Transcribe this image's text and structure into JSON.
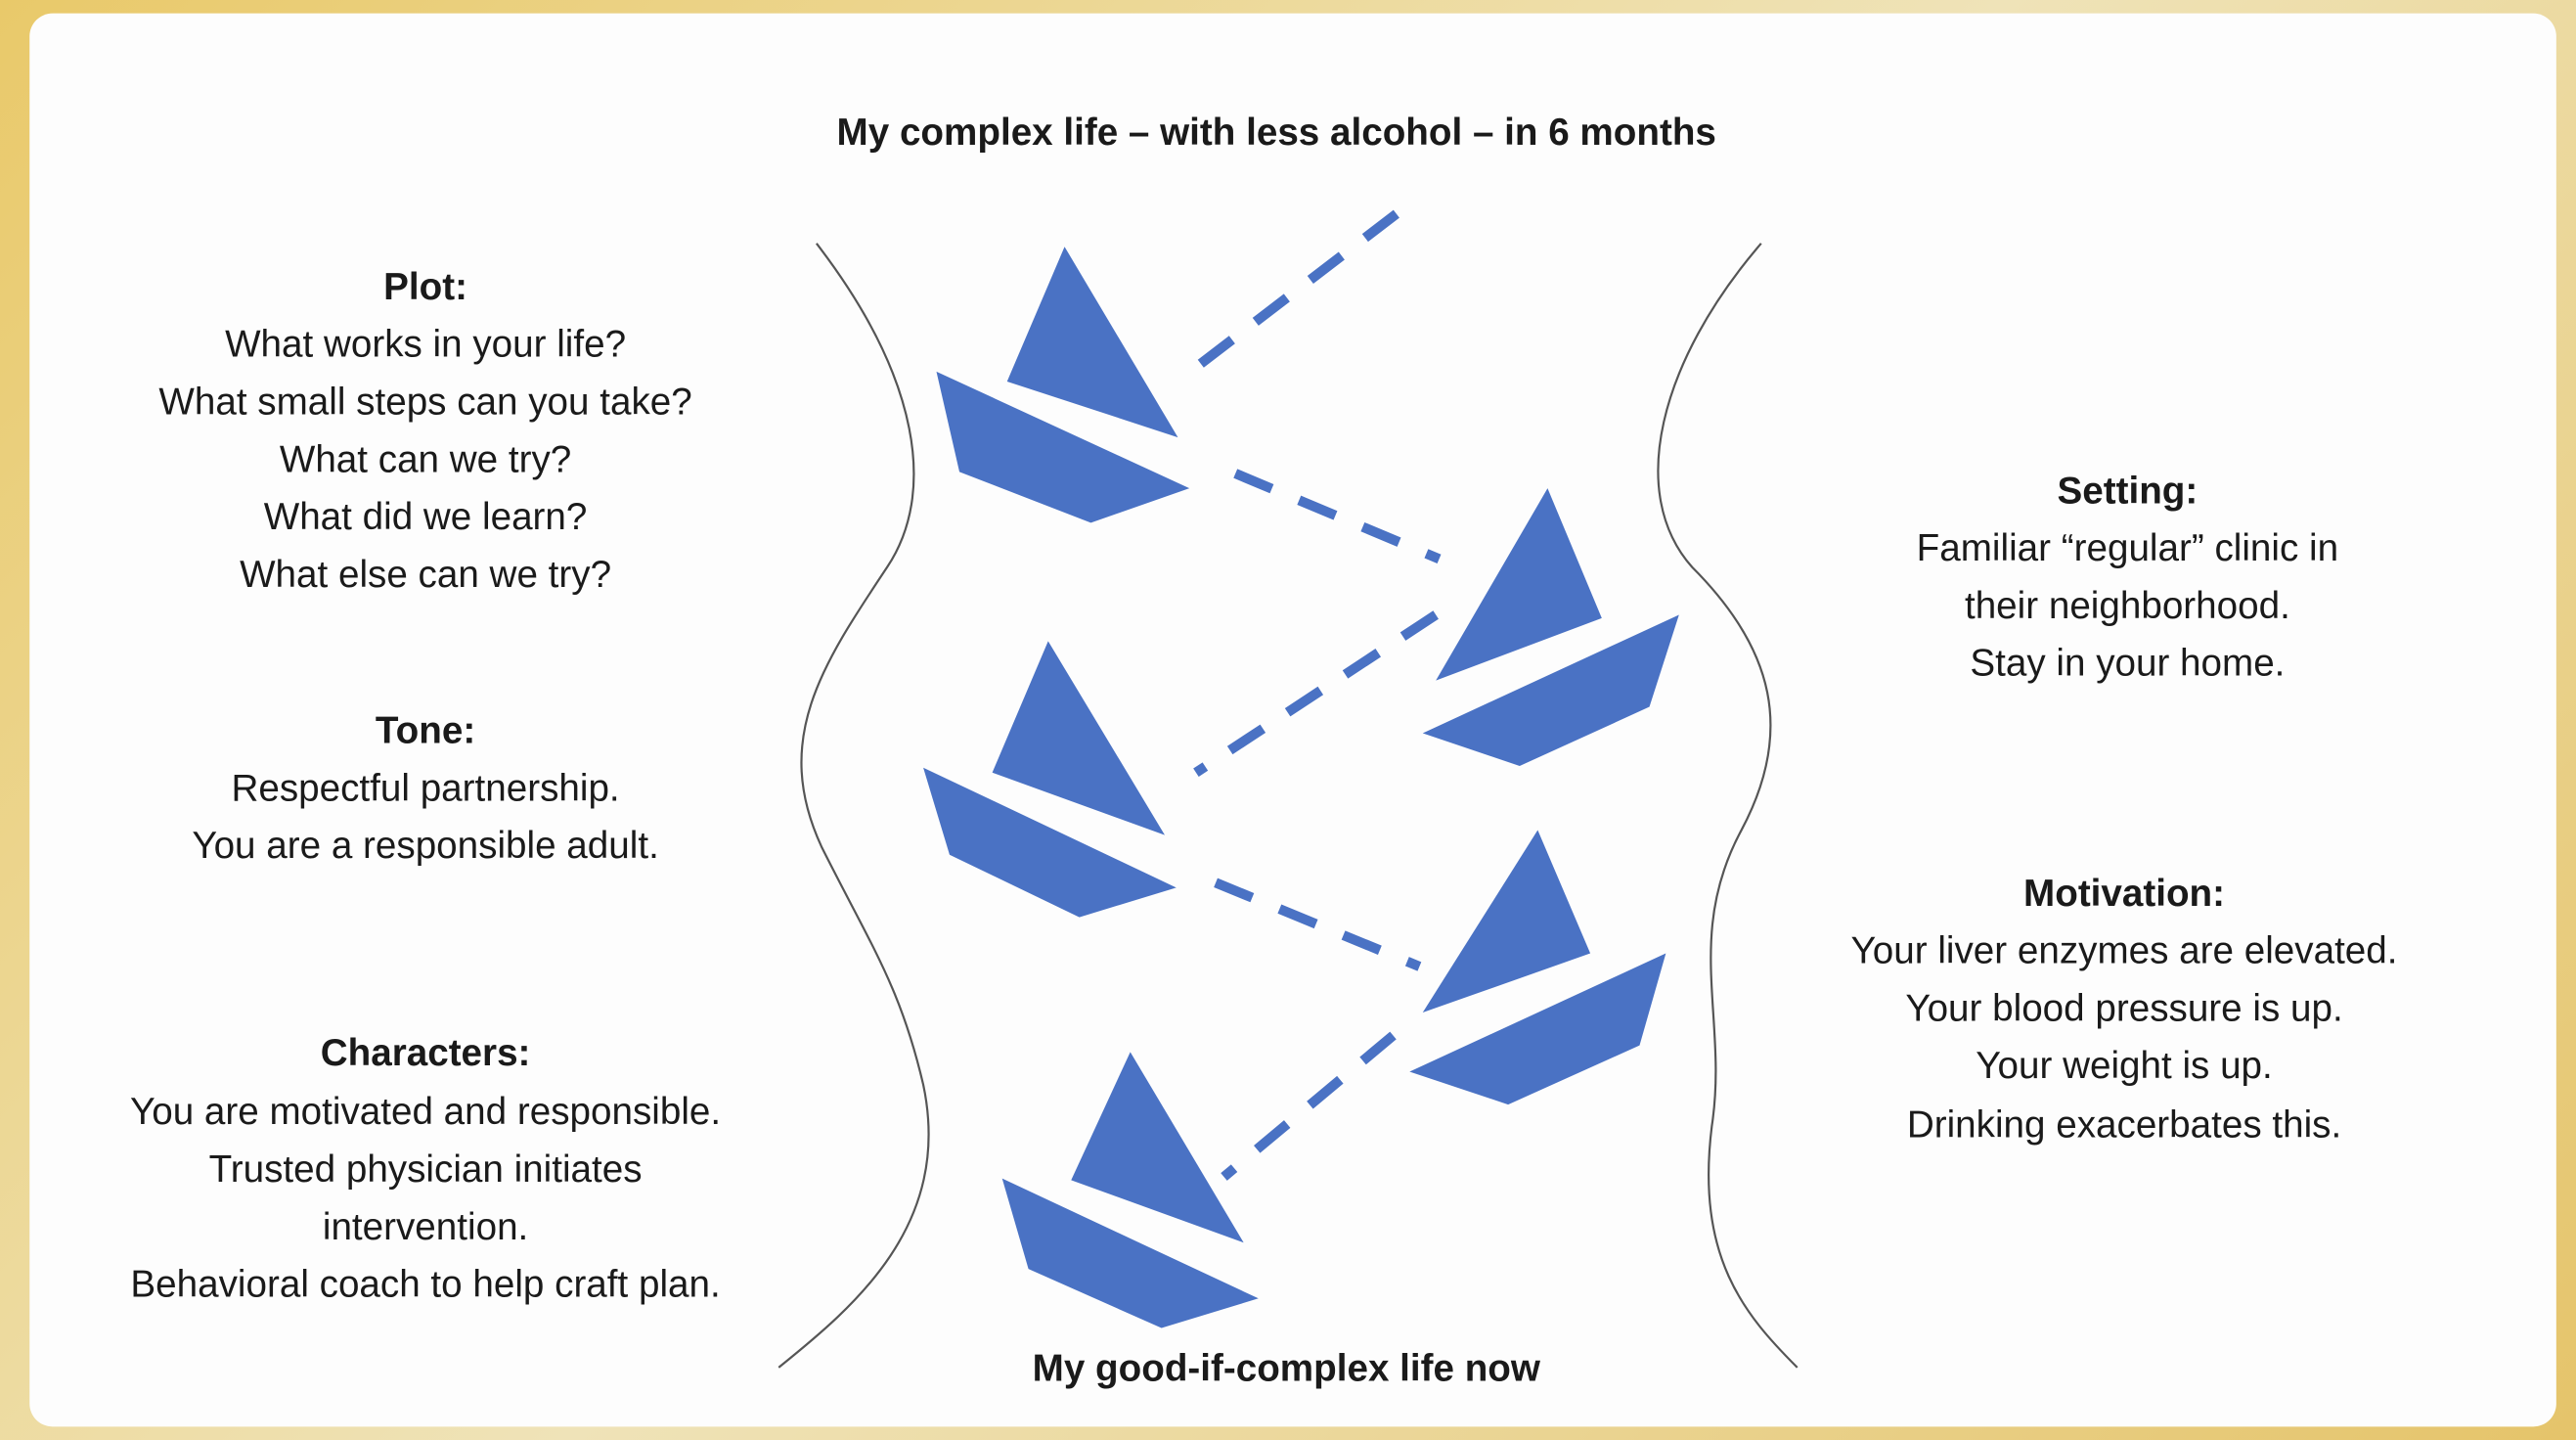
{
  "title_top": "My complex life – with less alcohol – in 6 months",
  "title_bottom": "My good-if-complex life now",
  "plot": {
    "heading": "Plot:",
    "lines": [
      "What works in your life?",
      "What small steps can you take?",
      "What can we try?",
      "What did we learn?",
      "What else can we try?"
    ]
  },
  "tone": {
    "heading": "Tone:",
    "lines": [
      "Respectful partnership.",
      "You are a responsible adult."
    ]
  },
  "characters": {
    "heading": "Characters:",
    "lines": [
      "You are motivated and responsible.",
      "Trusted physician initiates",
      "intervention.",
      "Behavioral coach to help craft plan."
    ]
  },
  "setting": {
    "heading": "Setting:",
    "lines": [
      "Familiar “regular” clinic in",
      "their neighborhood.",
      "Stay in your home."
    ]
  },
  "motivation": {
    "heading": "Motivation:",
    "lines": [
      "Your liver enzymes are elevated.",
      "Your blood pressure is up.",
      "Your weight is up.",
      "Drinking exacerbates this."
    ]
  },
  "colors": {
    "boat": "#4a72c4",
    "border": "#e9c96a"
  }
}
